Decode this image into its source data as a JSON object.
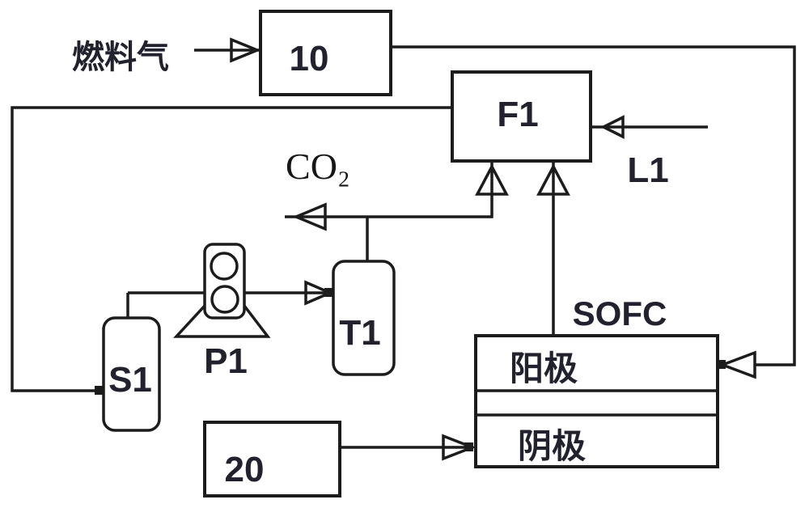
{
  "diagram": {
    "type": "process-flow-diagram",
    "labels": {
      "fuel_gas": "燃料气",
      "unit10": "10",
      "f1": "F1",
      "l1": "L1",
      "co2": "CO₂",
      "t1": "T1",
      "p1": "P1",
      "s1": "S1",
      "sofc": "SOFC",
      "anode": "阳极",
      "cathode": "阴极",
      "unit20": "20"
    },
    "colors": {
      "line": "#1c1c1c",
      "text": "#22222e",
      "background": "#ffffff"
    }
  }
}
